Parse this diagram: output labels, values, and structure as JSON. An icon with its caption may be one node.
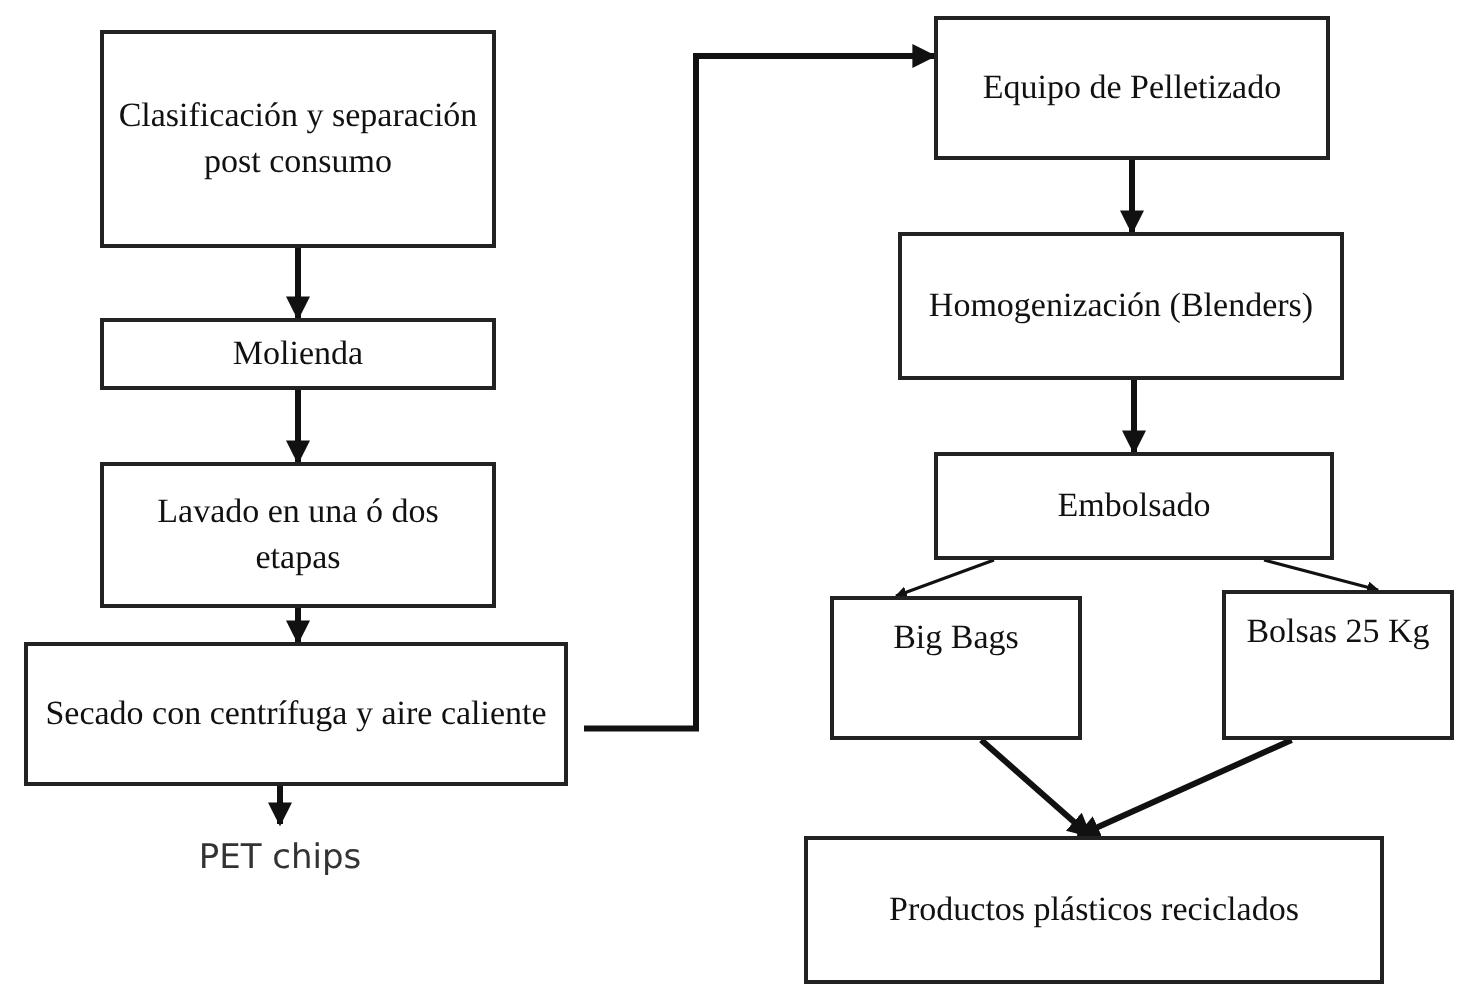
{
  "diagram": {
    "nodes": [
      {
        "text": [
          "Clasificación y separación post consumo"
        ]
      },
      {
        "text": [
          "Molienda"
        ]
      },
      {
        "text": [
          "Lavado en una ó dos etapas"
        ]
      },
      {
        "text": [
          "Secado con centrífuga y aire caliente"
        ]
      },
      {
        "text": [
          "PET chips"
        ]
      },
      {
        "text": [
          "Equipo de Pelletizado"
        ]
      },
      {
        "text": [
          "Homogenización (Blenders)"
        ]
      },
      {
        "text": [
          "Embolsado"
        ]
      },
      {
        "text": [
          "Big Bags"
        ]
      },
      {
        "text": [
          "Bolsas 25 Kg"
        ]
      },
      {
        "text": [
          "Productos plásticos reciclados"
        ]
      }
    ],
    "edges": [
      {
        "from": 0,
        "to": 1,
        "arrow": "to"
      },
      {
        "from": 1,
        "to": 2,
        "arrow": "to"
      },
      {
        "from": 2,
        "to": 3,
        "arrow": "to"
      },
      {
        "from": 3,
        "to": 4,
        "arrow": "to"
      },
      {
        "from": 3,
        "to": 5,
        "arrow": "to"
      },
      {
        "from": 5,
        "to": 6,
        "arrow": "to"
      },
      {
        "from": 6,
        "to": 7,
        "arrow": "to"
      },
      {
        "from": 7,
        "to": 8,
        "arrow": "to"
      },
      {
        "from": 7,
        "to": 9,
        "arrow": "to"
      },
      {
        "from": 8,
        "to": 10,
        "arrow": "to"
      },
      {
        "from": 9,
        "to": 10,
        "arrow": "to"
      }
    ]
  }
}
